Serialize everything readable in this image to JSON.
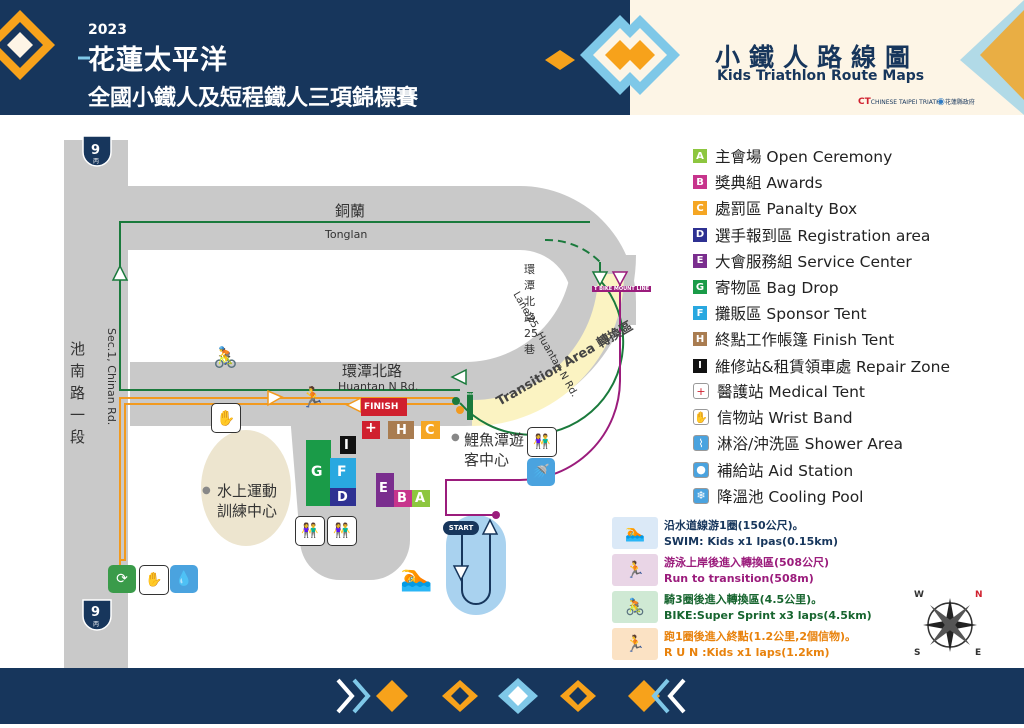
{
  "header": {
    "year": "2023",
    "event_title": "花蓮太平洋",
    "event_subtitle": "全國小鐵人及短程鐵人三項錦標賽",
    "map_title_zh": "小鐵人路線圖",
    "map_title_en": "Kids Triathlon Route Maps",
    "logo_ctta": "CHINESE TAIPEI TRIATHLON ASSOCIATION",
    "logo_county": "花蓮縣政府"
  },
  "map": {
    "route_badge": "9",
    "route_badge_sub": "丙",
    "road_tonglan_zh": "銅蘭",
    "road_tonglan_en": "Tonglan",
    "road_huantan_zh": "環潭北路",
    "road_huantan_en": "Huantan N Rd.",
    "road_lane25_en": "Lane 25, Huantan N Rd.",
    "road_lane25_zh": "環潭北路25巷",
    "road_chinan_zh": "池南路一段",
    "road_chinan_en": "Sec.1, Chinan Rd.",
    "transition_area": "Transition Area 轉換區",
    "transition_sign": "T BIKE MOUNT LINE",
    "venue_water": "水上運動訓練中心",
    "venue_liyutan": "鯉魚潭遊客中心",
    "finish_label": "FINISH",
    "start_label": "START",
    "bike_mount_label": "BIKE MOUNT LINE",
    "zone_letters": [
      "I",
      "G",
      "F",
      "D",
      "E",
      "B",
      "A",
      "H",
      "C"
    ]
  },
  "legend": [
    {
      "key": "A",
      "color": "#8dc63f",
      "label": "主會場 Open Ceremony"
    },
    {
      "key": "B",
      "color": "#c7348c",
      "label": "獎典組 Awards"
    },
    {
      "key": "C",
      "color": "#f5a623",
      "label": "處罰區 Panalty Box"
    },
    {
      "key": "D",
      "color": "#2e3192",
      "label": "選手報到區 Registration area"
    },
    {
      "key": "E",
      "color": "#7a2e8e",
      "label": "大會服務組 Service Center"
    },
    {
      "key": "G",
      "color": "#1a9b48",
      "label": "寄物區 Bag  Drop"
    },
    {
      "key": "F",
      "color": "#29a8e0",
      "label": "攤販區 Sponsor Tent"
    },
    {
      "key": "H",
      "color": "#a97c50",
      "label": "終點工作帳篷 Finish Tent"
    },
    {
      "key": "I",
      "color": "#111111",
      "label": "維修站&租賃領車處 Repair Zone"
    }
  ],
  "legend_icons": [
    {
      "icon": "medical-cross-icon",
      "label": "醫護站 Medical Tent"
    },
    {
      "icon": "wrist-band-icon",
      "label": "信物站 Wrist Band"
    },
    {
      "icon": "shower-icon",
      "label": "淋浴/沖洗區 Shower Area"
    },
    {
      "icon": "water-drop-icon",
      "label": "補給站 Aid Station"
    },
    {
      "icon": "snowflake-icon",
      "label": "降溫池 Cooling Pool"
    }
  ],
  "routes": [
    {
      "icon": "swim-icon",
      "bg": "#dbe9f7",
      "color": "#17365c",
      "zh": "沿水道線游1圈(150公尺)。",
      "en": "SWIM: Kids x1 lpas(0.15km)"
    },
    {
      "icon": "run-transition-icon",
      "bg": "#e9d5e6",
      "color": "#9b1c7c",
      "zh": "游泳上岸後進入轉換區(508公尺)",
      "en": "Run to transition(508m)"
    },
    {
      "icon": "bike-icon",
      "bg": "#cfe9d4",
      "color": "#17652f",
      "zh": "騎3圈後進入轉換區(4.5公里)。",
      "en": "BIKE:Super Sprint x3 laps(4.5km)"
    },
    {
      "icon": "run-icon",
      "bg": "#fbe2c4",
      "color": "#e8820c",
      "zh": "跑1圈後進入終點(1.2公里,2個信物)。",
      "en": "R U N :Kids x1 laps(1.2km)"
    }
  ],
  "compass": {
    "n": "N",
    "s": "S",
    "e": "E",
    "w": "W"
  },
  "colors": {
    "navy": "#17365c",
    "bike_route": "#1a7a3c",
    "run_route": "#f29a1f",
    "transition_route": "#9b1c7c",
    "swim_route": "#17365c",
    "road": "#c9c9c9"
  }
}
